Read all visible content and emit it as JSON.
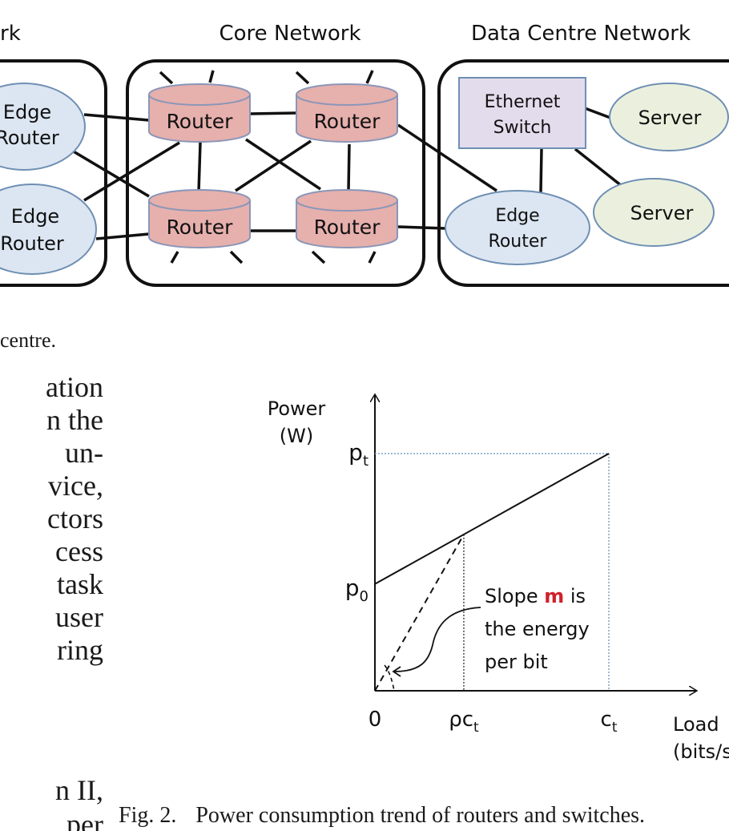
{
  "figure1": {
    "section_labels": {
      "access": "rk",
      "core": "Core Network",
      "data_centre": "Data Centre Network"
    },
    "nodes": {
      "access_edge_router_1": [
        "Edge",
        "Router"
      ],
      "access_edge_router_2": [
        "Edge",
        "Router"
      ],
      "core_router_tl": "Router",
      "core_router_tr": "Router",
      "core_router_bl": "Router",
      "core_router_br": "Router",
      "ethernet_switch": [
        "Ethernet",
        "Switch"
      ],
      "server_1": "Server",
      "server_2": "Server",
      "dc_edge_router": [
        "Edge",
        "Router"
      ]
    },
    "colors": {
      "edge_router_fill": "#dce6f2",
      "edge_router_stroke": "#6f8fb3",
      "router_fill": "#e6b0ad",
      "router_stroke": "#8a96b8",
      "switch_fill": "#e3dcec",
      "switch_stroke": "#6f8fb3",
      "server_fill": "#ebf0de",
      "server_stroke": "#6f8fb3"
    },
    "caption_fragment": "centre."
  },
  "body_text": {
    "lines": [
      "ation",
      "n the",
      " un-",
      "vice,",
      "ctors",
      "cess",
      "task",
      "user",
      "ring",
      "",
      "n II,",
      "per"
    ]
  },
  "figure2": {
    "y_axis_label": [
      "Power",
      "(W)"
    ],
    "x_axis_label": [
      "Load",
      "(bits/se"
    ],
    "y_ticks": {
      "pt": "p",
      "pt_sub": "t",
      "p0": "p",
      "p0_sub": "0"
    },
    "x_ticks": {
      "zero": "0",
      "rho_ct": "ρc",
      "rho_ct_sub": "t",
      "ct": "c",
      "ct_sub": "t"
    },
    "annotation": {
      "line1_pre": "Slope ",
      "line1_m": "m",
      "line1_post": " is",
      "line2": "the energy",
      "line3": "per bit",
      "highlight_color": "#d0202a"
    },
    "caption": {
      "label": "Fig. 2.",
      "text": "Power consumption trend of routers and switches."
    }
  },
  "chart_data": {
    "type": "line",
    "title": "",
    "xlabel": "Load (bits/sec)",
    "ylabel": "Power (W)",
    "x_ticks": [
      "0",
      "ρc_t",
      "c_t"
    ],
    "y_ticks": [
      "p_0",
      "p_t"
    ],
    "x_norm": {
      "zero": 0,
      "rho_ct": 0.38,
      "ct": 1.0
    },
    "y_norm": {
      "zero": 0,
      "p0": 0.45,
      "pt": 1.0
    },
    "series": [
      {
        "name": "power vs load",
        "style": "solid",
        "points": [
          [
            0,
            0.45
          ],
          [
            1.0,
            1.0
          ]
        ]
      },
      {
        "name": "energy-per-bit slope",
        "style": "dashed",
        "points": [
          [
            0,
            0
          ],
          [
            0.38,
            0.659
          ]
        ]
      }
    ],
    "reference_lines": [
      {
        "type": "horizontal",
        "at": "p_t",
        "style": "dotted"
      },
      {
        "type": "vertical",
        "at": "c_t",
        "style": "dotted"
      },
      {
        "type": "vertical",
        "at": "ρc_t",
        "style": "dotted"
      }
    ],
    "annotation": "Slope m is the energy per bit",
    "grid": false,
    "legend": "none"
  }
}
